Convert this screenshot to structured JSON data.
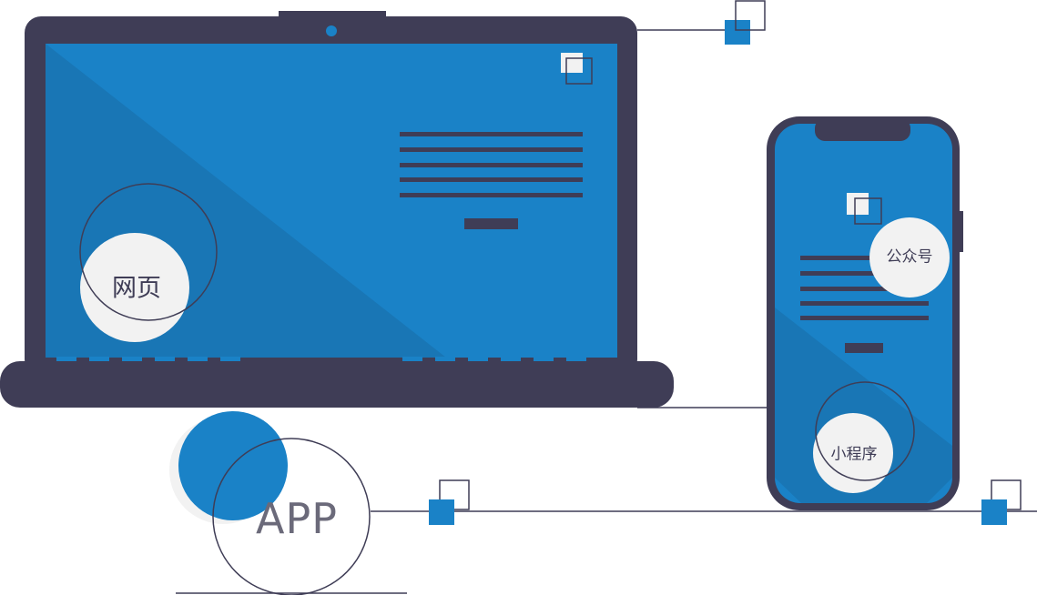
{
  "labels": {
    "web": "网页",
    "official_account": "公众号",
    "mini_program": "小程序",
    "app": "APP"
  },
  "colors": {
    "frame": "#3f3d56",
    "screen": "#1a82c7",
    "screen_shade": "#1976b5",
    "circle_fill": "#f2f2f2",
    "accent_square": "#1a82c7",
    "background": "#ffffff"
  }
}
